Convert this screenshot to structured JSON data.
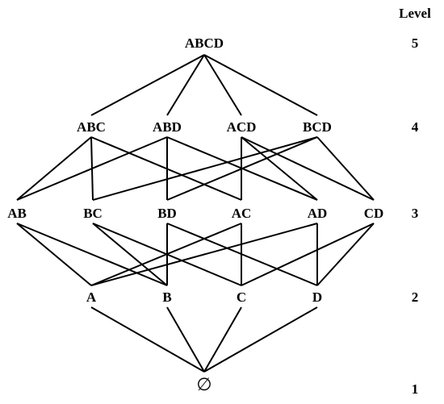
{
  "level_heading": "Level",
  "levels": [
    "5",
    "4",
    "3",
    "2",
    "1"
  ],
  "nodes": {
    "ABCD": "ABCD",
    "ABC": "ABC",
    "ABD": "ABD",
    "ACD": "ACD",
    "BCD": "BCD",
    "AB": "AB",
    "BC": "BC",
    "BD": "BD",
    "AC": "AC",
    "AD": "AD",
    "CD": "CD",
    "A": "A",
    "B": "B",
    "C": "C",
    "D": "D",
    "EMPTY": "∅"
  },
  "edges": [
    [
      "ABCD",
      "ABC"
    ],
    [
      "ABCD",
      "ABD"
    ],
    [
      "ABCD",
      "ACD"
    ],
    [
      "ABCD",
      "BCD"
    ],
    [
      "ABC",
      "AB"
    ],
    [
      "ABC",
      "BC"
    ],
    [
      "ABC",
      "AC"
    ],
    [
      "ABD",
      "AB"
    ],
    [
      "ABD",
      "BD"
    ],
    [
      "ABD",
      "AD"
    ],
    [
      "ACD",
      "AC"
    ],
    [
      "ACD",
      "AD"
    ],
    [
      "ACD",
      "CD"
    ],
    [
      "BCD",
      "BC"
    ],
    [
      "BCD",
      "BD"
    ],
    [
      "BCD",
      "CD"
    ],
    [
      "AB",
      "A"
    ],
    [
      "AB",
      "B"
    ],
    [
      "BC",
      "B"
    ],
    [
      "BC",
      "C"
    ],
    [
      "BD",
      "B"
    ],
    [
      "BD",
      "D"
    ],
    [
      "AC",
      "A"
    ],
    [
      "AC",
      "C"
    ],
    [
      "AD",
      "A"
    ],
    [
      "AD",
      "D"
    ],
    [
      "CD",
      "C"
    ],
    [
      "CD",
      "D"
    ],
    [
      "A",
      "EMPTY"
    ],
    [
      "B",
      "EMPTY"
    ],
    [
      "C",
      "EMPTY"
    ],
    [
      "D",
      "EMPTY"
    ]
  ]
}
